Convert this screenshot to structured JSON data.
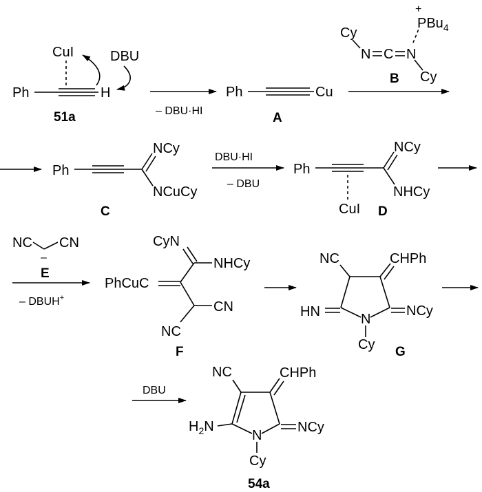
{
  "scheme": {
    "row1": {
      "ph": "Ph",
      "cui": "CuI",
      "h": "H",
      "dbu": "DBU",
      "compound_51a": "51a",
      "arrow1_below": "– DBU·HI",
      "ph_A": "Ph",
      "cu_A": "Cu",
      "label_A": "A",
      "B_cy_left": "Cy",
      "B_n1": "N",
      "B_c": "C",
      "B_n2": "N",
      "B_pbu4": "PBu",
      "B_pbu4_sub": "4",
      "B_plus": "+",
      "B_cy_right": "Cy",
      "label_B": "B"
    },
    "row2": {
      "ph_C": "Ph",
      "ncy_C": "NCy",
      "ncucy_C": "NCuCy",
      "label_C": "C",
      "arrow_above": "DBU·HI",
      "arrow_below": "– DBU",
      "ph_D": "Ph",
      "ncy_D": "NCy",
      "nhcy_D": "NHCy",
      "cui_D": "CuI",
      "label_D": "D"
    },
    "row3": {
      "E_nc": "NC",
      "E_cn": "CN",
      "E_minus": "–",
      "label_E": "E",
      "arrow_below": "– DBUH",
      "arrow_below_plus": "+",
      "F_cyn": "CyN",
      "F_nhcy": "NHCy",
      "F_phcuc": "PhCuC",
      "F_cn": "CN",
      "F_nc": "NC",
      "label_F": "F",
      "G_nc": "NC",
      "G_chph": "CHPh",
      "G_hn": "HN",
      "G_n": "N",
      "G_ncy": "NCy",
      "G_cy": "Cy",
      "label_G": "G"
    },
    "row4": {
      "arrow_above": "DBU",
      "nc": "NC",
      "chph": "CHPh",
      "h2n": "H",
      "h2n_sub": "2",
      "h2n_n": "N",
      "n": "N",
      "ncy": "NCy",
      "cy": "Cy",
      "label_54a": "54a"
    }
  }
}
